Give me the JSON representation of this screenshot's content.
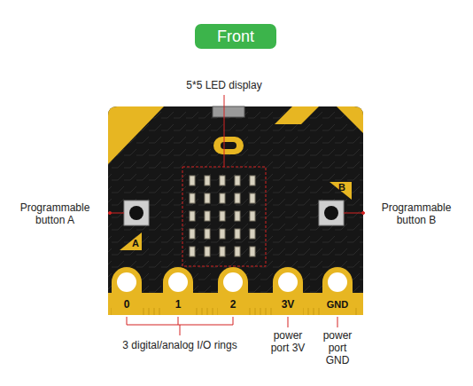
{
  "diagram": {
    "nodes": [
      {
        "text": [
          "Front"
        ]
      }
    ],
    "labels": [
      "5*5 LED display",
      "Programmable button A",
      "Programmable button B",
      "A",
      "B",
      "0",
      "1",
      "2",
      "3V",
      "GND",
      "3 digital/analog I/O rings",
      "power port 3V",
      "power port GND"
    ]
  }
}
